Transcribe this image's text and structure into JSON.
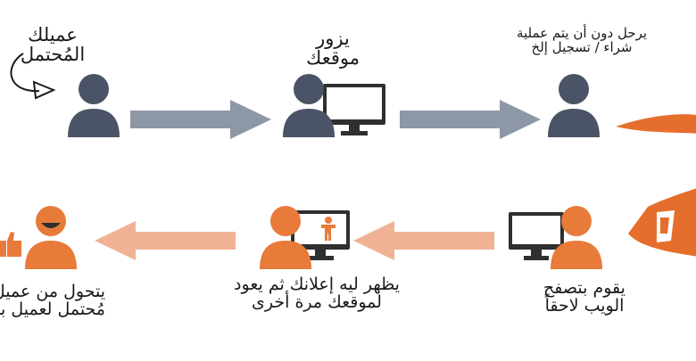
{
  "steps": {
    "potential_client": {
      "line1": "عميلك",
      "line2": "المُحتمل"
    },
    "visits_site": {
      "line1": "يزور",
      "line2": "موقعك"
    },
    "leaves_without": {
      "line1": "يرحل دون أن يتم عملية",
      "line2": "شراء / تسجيل إلخ"
    },
    "browses_web": {
      "line1": "يقوم بتصفح",
      "line2": "الويب لاحقاً"
    },
    "sees_ad": {
      "line1": "يظهر ليه إعلانك ثم يعود",
      "line2": "لموقعك مرة أخرى"
    },
    "converts": {
      "line1": "يتحول من عميل",
      "line2": "مُحتمل لعميل بالفعل"
    }
  },
  "colors": {
    "navy_person": "#4a5466",
    "gray_arrow": "#8e97a6",
    "orange_person": "#e87a3a",
    "orange_arrow": "#f0b295",
    "curve": "#e66e2c",
    "monitor": "#2f2f2f"
  }
}
